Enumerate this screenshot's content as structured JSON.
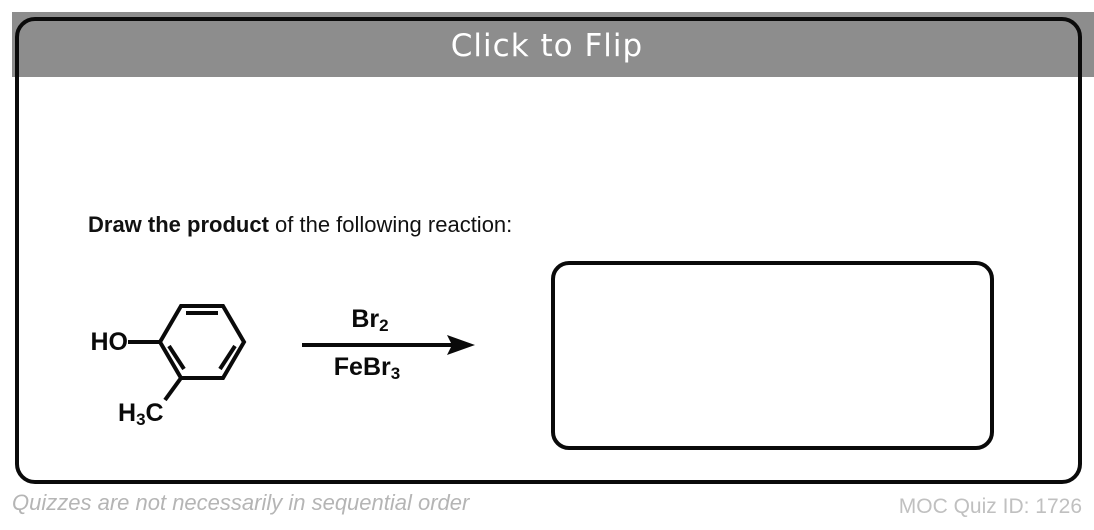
{
  "header": {
    "title": "Click to Flip",
    "bg_color": "#8d8d8d",
    "text_color": "#ffffff"
  },
  "card": {
    "border_color": "#0a0a0a"
  },
  "question": {
    "bold": "Draw the product",
    "rest": " of the following reaction:"
  },
  "reaction": {
    "molecule_labels": {
      "hydroxyl": "HO",
      "methyl_h": "H",
      "methyl_sub": "3",
      "methyl_c": "C"
    },
    "reagent_above": {
      "main": "Br",
      "sub": "2"
    },
    "reagent_below": {
      "main": "FeBr",
      "sub": "3"
    }
  },
  "footer": {
    "left_note": "Quizzes are not necessarily in sequential order",
    "right_note": "MOC Quiz ID: 1726",
    "left_color": "#b5b5b5",
    "right_color": "#c0c0c0"
  }
}
